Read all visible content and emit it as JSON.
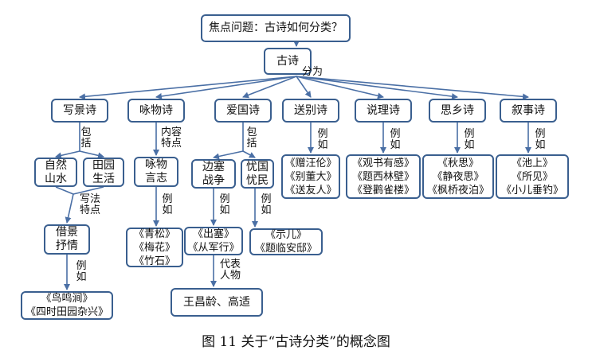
{
  "title": "焦点问题：古诗如何分类？",
  "root": "古诗",
  "root_link": "分为",
  "categories": {
    "xiejing": "写景诗",
    "yongwu": "咏物诗",
    "aiguo": "爱国诗",
    "songbie": "送别诗",
    "shuoli": "说理诗",
    "sixiang": "思乡诗",
    "xushi": "叙事诗"
  },
  "xiejing": {
    "link_include": "包\n括",
    "sub1": "自然\n山水",
    "sub2": "田园\n生活",
    "link_method": "写法\n特点",
    "method": "借景\n抒情",
    "link_example": "例\n如",
    "examples": "《鸟鸣涧》\n《四时田园杂兴》"
  },
  "yongwu": {
    "link_content": "内容\n特点",
    "content": "咏物\n言志",
    "link_example": "例\n如",
    "examples": "《青松》\n《梅花》\n《竹石》"
  },
  "aiguo": {
    "link_include": "包\n括",
    "sub1": "边塞\n战争",
    "sub2": "忧国\n忧民",
    "link_example1": "例\n如",
    "examples1": "《出塞》\n《从军行》",
    "link_example2": "例\n如",
    "examples2": "《示儿》\n《题临安邸》",
    "link_poets": "代表\n人物",
    "poets": "王昌龄、高适"
  },
  "songbie": {
    "link_example": "例\n如",
    "examples": "《赠汪伦》\n《别董大》\n《送友人》"
  },
  "shuoli": {
    "link_example": "例\n如",
    "examples": "《观书有感》\n《题西林壁》\n《登鹳雀楼》"
  },
  "sixiang": {
    "link_example": "例\n如",
    "examples": "《秋思》\n《静夜思》\n《枫桥夜泊》"
  },
  "xushi": {
    "link_example": "例\n如",
    "examples": "《池上》\n《所见》\n《小儿垂钓》"
  },
  "caption": "图 11 关于“古诗分类”的概念图",
  "colors": {
    "border": "#3a5f8f",
    "line": "#4a6fa5"
  }
}
